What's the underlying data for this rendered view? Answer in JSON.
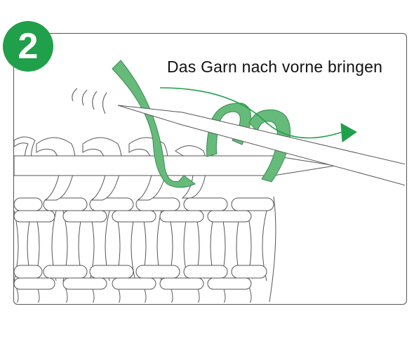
{
  "step": {
    "number": "2"
  },
  "caption": "Das Garn nach vorne bringen",
  "colors": {
    "accent": "#20a04a",
    "yarn": "#66bb7a",
    "outline": "#555555"
  },
  "icons": [
    "step-number-badge",
    "knitting-needle",
    "yarn-loop",
    "direction-arrow"
  ]
}
